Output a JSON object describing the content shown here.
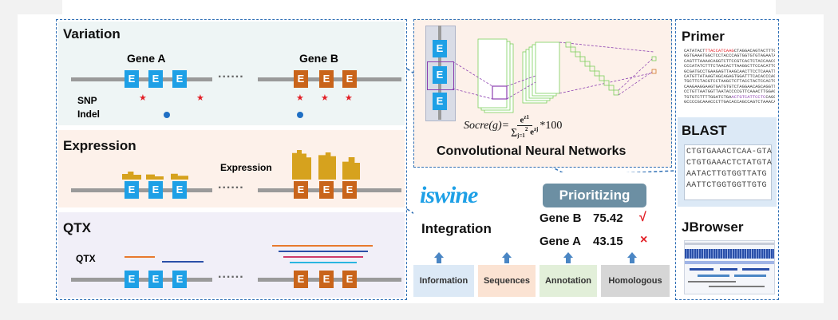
{
  "variation": {
    "title": "Variation",
    "gene_a": "Gene A",
    "gene_b": "Gene B",
    "snp": "SNP",
    "indel": "Indel",
    "exon": "E",
    "dots": "......"
  },
  "expression": {
    "title": "Expression",
    "label": "Expression"
  },
  "qtx": {
    "title": "QTX",
    "label": "QTX"
  },
  "cnn": {
    "formula_lhs": "Socre(g)=",
    "formula_num": "e",
    "formula_num_sup": "z1",
    "formula_den": "∑",
    "formula_den_sub": "j=1",
    "formula_den_sup": "2",
    "formula_den_tail": "e",
    "formula_den_tail_sup": "zj",
    "formula_tail": "*100",
    "title": "Convolutional Neural Networks"
  },
  "integration": {
    "logo": "iswine",
    "title": "Integration",
    "prioritizing": "Prioritizing",
    "results": [
      {
        "gene": "Gene B",
        "score": "75.42",
        "mark": "√",
        "mark_color": "#e21f26"
      },
      {
        "gene": "Gene A",
        "score": "43.15",
        "mark": "×",
        "mark_color": "#e21f26"
      }
    ],
    "sources": [
      {
        "label": "Information",
        "color": "#dce9f6"
      },
      {
        "label": "Sequences",
        "color": "#fbe3d3"
      },
      {
        "label": "Annotation",
        "color": "#e2efd9"
      },
      {
        "label": "Homologous",
        "color": "#d6d6d6"
      }
    ]
  },
  "tools": {
    "primer": "Primer",
    "blast": "BLAST",
    "jbrowser": "JBrowser",
    "blast_lines": [
      "CTGTGAAACTCAA-GTA",
      "CTGTGAAACTCTATGTA",
      "AATACTTGTGGTTATG",
      "AATTCTGGTGGTTGTG"
    ]
  },
  "colors": {
    "frame": "#2f6fb5",
    "variation_bg": "#eef5f5",
    "expression_bg": "#fdf1ea",
    "qtx_bg": "#f1eff8",
    "exon_blue": "#1ea0e6",
    "exon_orange": "#c9641a",
    "expression_bar": "#d6a21e"
  }
}
